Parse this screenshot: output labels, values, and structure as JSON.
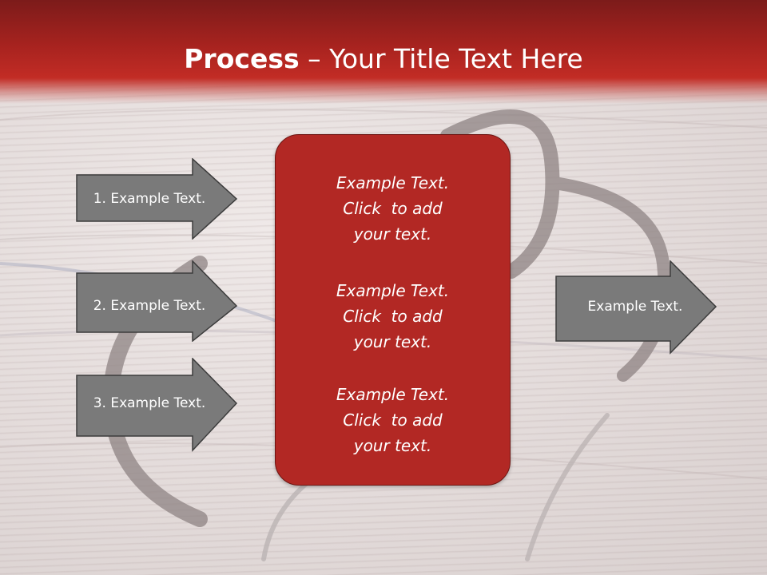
{
  "title": {
    "strong": "Process",
    "rest": " – Your Title Text Here"
  },
  "left_steps": [
    {
      "label": "1. Example Text."
    },
    {
      "label": "2. Example Text."
    },
    {
      "label": "3. Example Text."
    }
  ],
  "center_blocks": [
    {
      "line1": "Example Text.",
      "line2": "Click  to add",
      "line3": "your text."
    },
    {
      "line1": "Example Text.",
      "line2": "Click  to add",
      "line3": "your text."
    },
    {
      "line1": "Example Text.",
      "line2": "Click  to add",
      "line3": "your text."
    }
  ],
  "right_step": {
    "label": "Example Text."
  },
  "colors": {
    "header": "#b22824",
    "box": "#b22824",
    "arrow_fill": "#7a7a7a",
    "arrow_stroke": "#3c3c3c"
  }
}
